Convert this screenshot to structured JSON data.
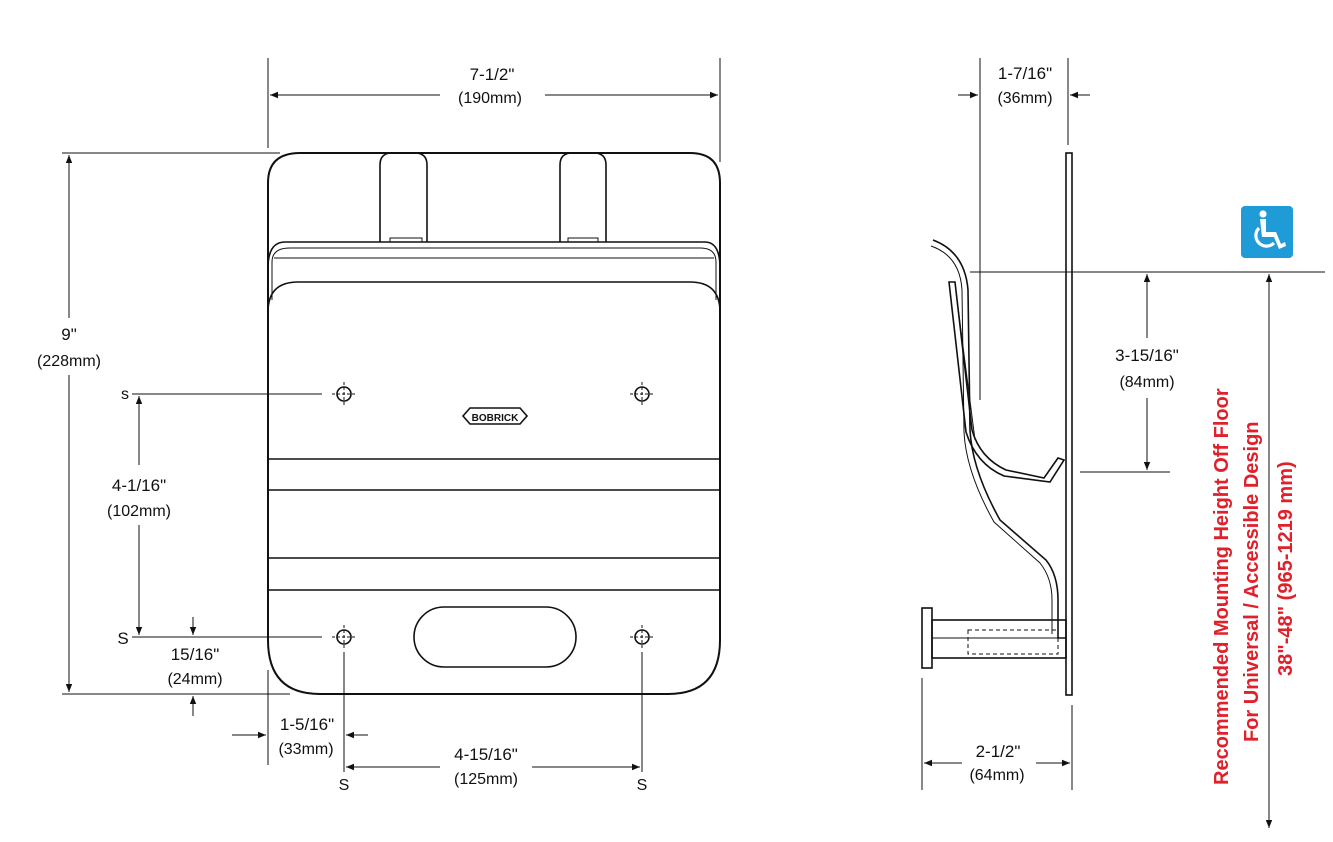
{
  "front_view": {
    "width_dim": {
      "imperial": "7-1/2\"",
      "metric": "(190mm)"
    },
    "height_dim": {
      "imperial": "9\"",
      "metric": "(228mm)"
    },
    "hole_spacing_vertical": {
      "imperial": "4-1/16\"",
      "metric": "(102mm)"
    },
    "bottom_offset": {
      "imperial": "15/16\"",
      "metric": "(24mm)"
    },
    "side_offset": {
      "imperial": "1-5/16\"",
      "metric": "(33mm)"
    },
    "hole_spacing_horizontal": {
      "imperial": "4-15/16\"",
      "metric": "(125mm)"
    },
    "brand_logo": "BOBRICK",
    "screw_marks": {
      "upper_left": "s",
      "lower_left": "S",
      "bottom_left": "S",
      "bottom_right": "S"
    }
  },
  "side_view": {
    "depth_top_dim": {
      "imperial": "1-7/16\"",
      "metric": "(36mm)"
    },
    "height_dim": {
      "imperial": "3-15/16\"",
      "metric": "(84mm)"
    },
    "depth_bottom_dim": {
      "imperial": "2-1/2\"",
      "metric": "(64mm)"
    }
  },
  "accessibility": {
    "icon": "wheelchair-icon",
    "icon_color": "#1f9bd7",
    "text_color": "#e0202a",
    "line1": "Recommended Mounting Height Off Floor",
    "line2": "For Universal / Accessible Design",
    "line3": "38\"-48\" (965-1219 mm)"
  }
}
